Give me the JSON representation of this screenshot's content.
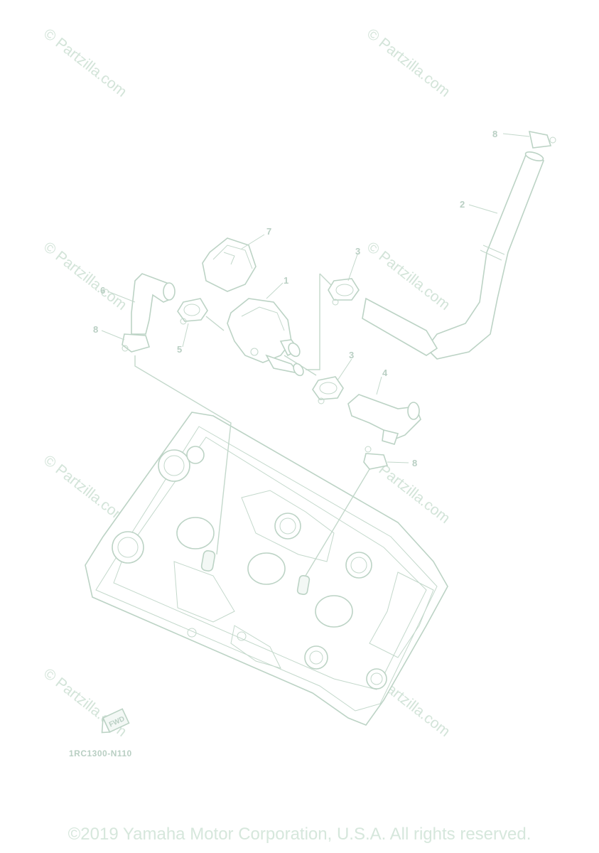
{
  "diagram": {
    "part_code": "1RC1300-N110",
    "fwd_label": "FWD",
    "callouts": {
      "c1": "1",
      "c2": "2",
      "c3a": "3",
      "c3b": "3",
      "c4": "4",
      "c5": "5",
      "c6": "6",
      "c7": "7",
      "c8a": "8",
      "c8b": "8",
      "c8c": "8"
    }
  },
  "watermark": {
    "text": "© Partzilla.com"
  },
  "copyright": "©2019 Yamaha Motor Corporation, U.S.A. All rights reserved.",
  "colors": {
    "line": "#c3d8cb",
    "watermark": "#d3e4d9",
    "background": "#ffffff"
  }
}
